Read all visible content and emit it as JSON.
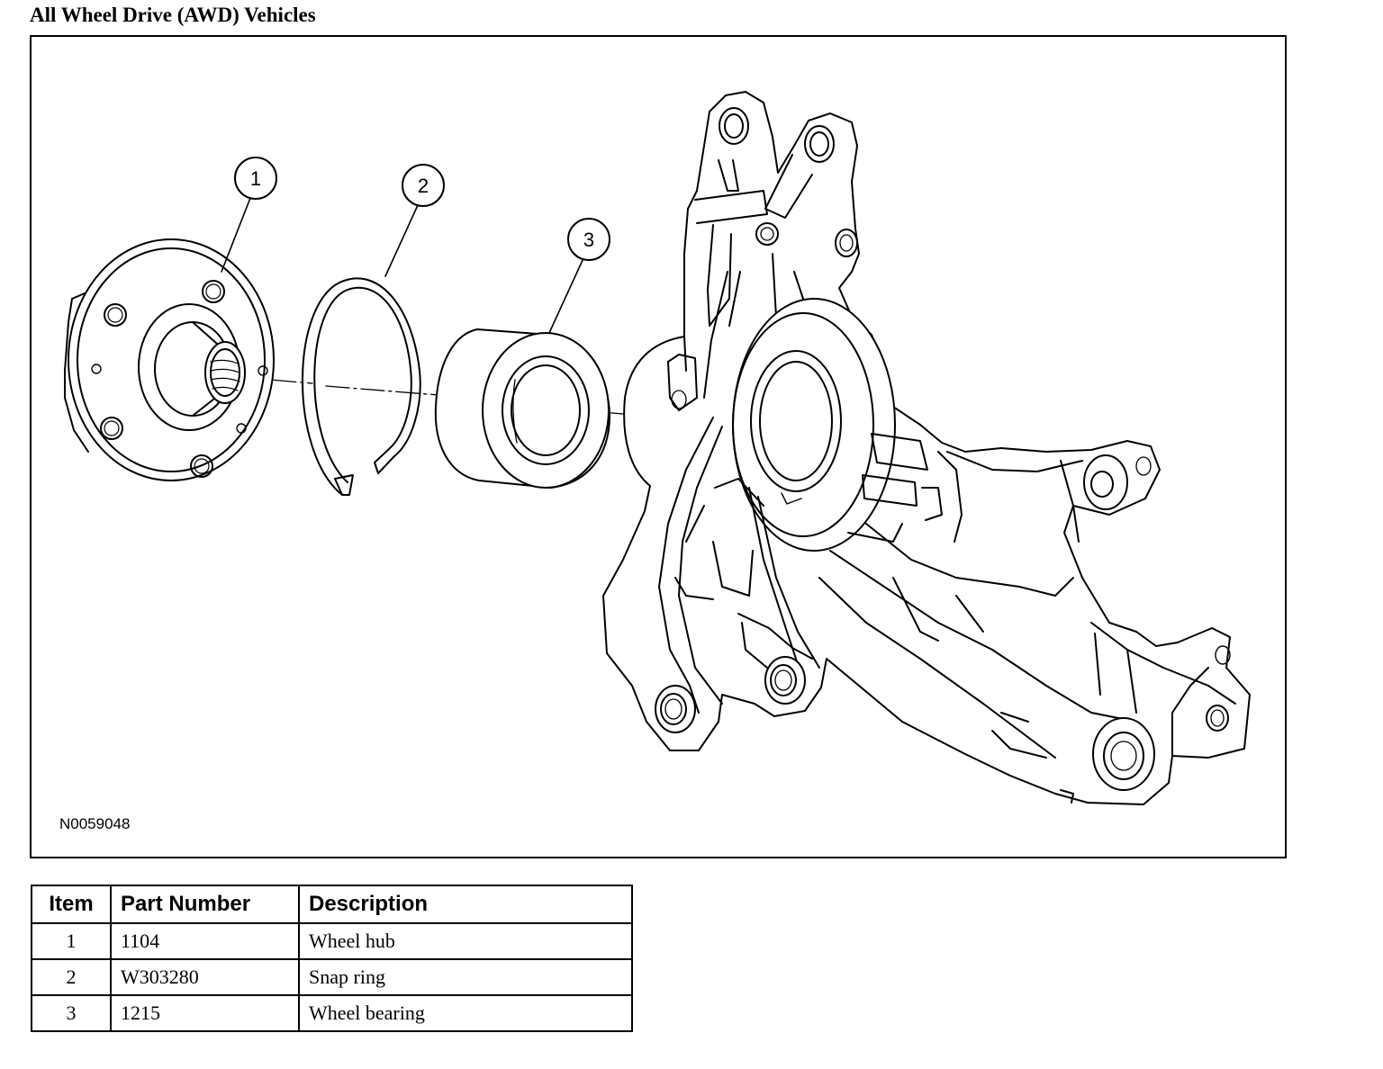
{
  "title": "All Wheel Drive (AWD) Vehicles",
  "figure": {
    "code": "N0059048",
    "callouts": [
      "1",
      "2",
      "3"
    ]
  },
  "table": {
    "headers": {
      "item": "Item",
      "part_number": "Part Number",
      "description": "Description"
    },
    "rows": [
      {
        "item": "1",
        "part_number": "1104",
        "description": "Wheel hub"
      },
      {
        "item": "2",
        "part_number": "W303280",
        "description": "Snap ring"
      },
      {
        "item": "3",
        "part_number": "1215",
        "description": "Wheel bearing"
      }
    ]
  },
  "colors": {
    "ink": "#000000",
    "paper": "#ffffff"
  }
}
